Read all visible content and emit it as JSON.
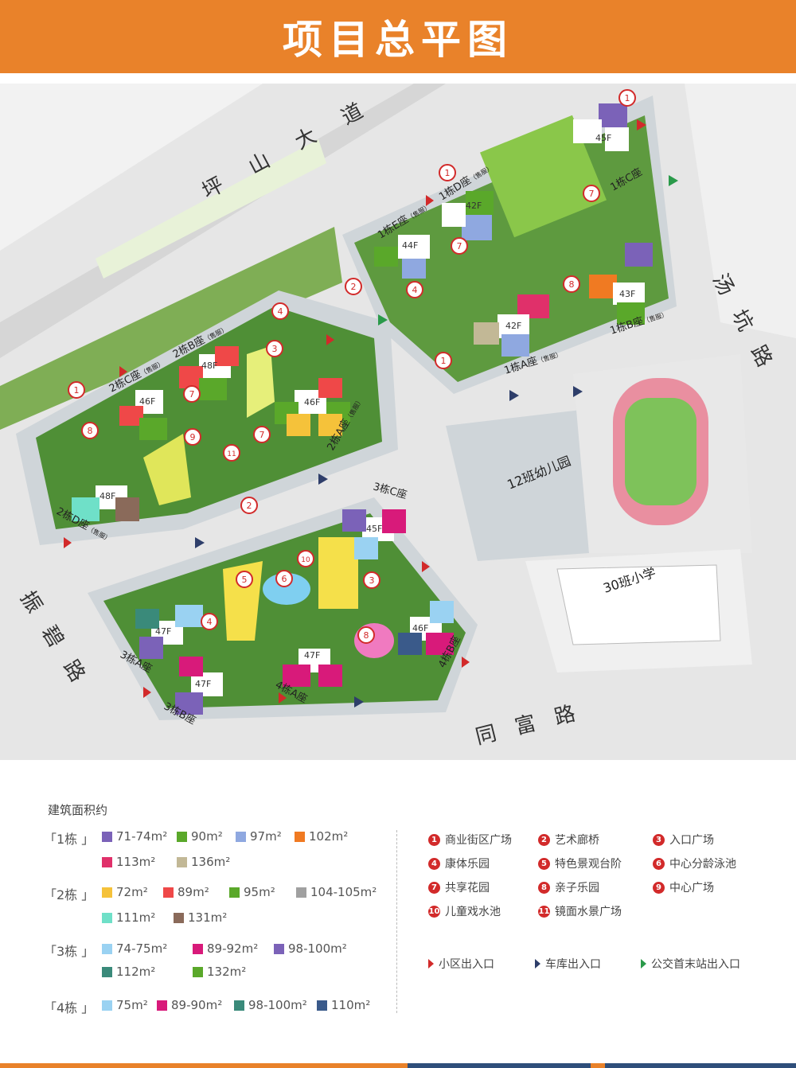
{
  "header": {
    "title": "项目总平图"
  },
  "map": {
    "roads": {
      "pingshan": "坪山大道",
      "tangkeng": "汤坑路",
      "zhenbi": "振碧路",
      "tongfu": "同富路"
    },
    "buildings": [
      {
        "name": "1栋E座",
        "sale": "（售服）"
      },
      {
        "name": "1栋D座",
        "sale": "（售服）"
      },
      {
        "name": "1栋C座",
        "sale": ""
      },
      {
        "name": "1栋B座",
        "sale": "（售服）"
      },
      {
        "name": "1栋A座",
        "sale": "（售服）"
      },
      {
        "name": "2栋C座",
        "sale": "（售服）"
      },
      {
        "name": "2栋B座",
        "sale": "（售服）"
      },
      {
        "name": "2栋A座",
        "sale": "（售服）"
      },
      {
        "name": "2栋D座",
        "sale": "（售服）"
      },
      {
        "name": "3栋C座",
        "sale": ""
      },
      {
        "name": "3栋A座",
        "sale": ""
      },
      {
        "name": "3栋B座",
        "sale": ""
      },
      {
        "name": "4栋A座",
        "sale": ""
      },
      {
        "name": "4栋B座",
        "sale": ""
      }
    ],
    "floors": [
      "45F",
      "42F",
      "44F",
      "43F",
      "42F",
      "48F",
      "46F",
      "46F",
      "48F",
      "45F",
      "47F",
      "47F",
      "47F",
      "46F"
    ],
    "kindergarten": "12班幼儿园",
    "school": "30班小学"
  },
  "legend": {
    "heading": "建筑面积约",
    "buildings": [
      {
        "label": "「1栋 」",
        "items": [
          {
            "text": "71-74m²",
            "color": "#7b62b8"
          },
          {
            "text": "90m²",
            "color": "#5aa82a"
          },
          {
            "text": "97m²",
            "color": "#8fa8e0"
          },
          {
            "text": "102m²",
            "color": "#f07a22"
          },
          {
            "text": "113m²",
            "color": "#e0306a"
          },
          {
            "text": "136m²",
            "color": "#c2b896"
          }
        ]
      },
      {
        "label": "「2栋 」",
        "items": [
          {
            "text": "72m²",
            "color": "#f5c23a"
          },
          {
            "text": "89m²",
            "color": "#ef4848"
          },
          {
            "text": "95m²",
            "color": "#5aa82a"
          },
          {
            "text": "104-105m²",
            "color": "#a0a0a0"
          },
          {
            "text": "111m²",
            "color": "#6fe0c8"
          },
          {
            "text": "131m²",
            "color": "#8a6a5a"
          }
        ]
      },
      {
        "label": "「3栋 」",
        "items": [
          {
            "text": "74-75m²",
            "color": "#9ad2f2"
          },
          {
            "text": "89-92m²",
            "color": "#d81a7a"
          },
          {
            "text": "98-100m²",
            "color": "#7b62b8"
          },
          {
            "text": "112m²",
            "color": "#3a8a7a"
          },
          {
            "text": "132m²",
            "color": "#5aa82a"
          }
        ]
      },
      {
        "label": "「4栋 」",
        "items": [
          {
            "text": "75m²",
            "color": "#9ad2f2"
          },
          {
            "text": "89-90m²",
            "color": "#d81a7a"
          },
          {
            "text": "98-100m²",
            "color": "#3a8a7a"
          },
          {
            "text": "110m²",
            "color": "#3a5a8a"
          }
        ]
      }
    ],
    "facilities": [
      {
        "num": "1",
        "text": "商业街区广场"
      },
      {
        "num": "2",
        "text": "艺术廊桥"
      },
      {
        "num": "3",
        "text": "入口广场"
      },
      {
        "num": "4",
        "text": "康体乐园"
      },
      {
        "num": "5",
        "text": "特色景观台阶"
      },
      {
        "num": "6",
        "text": "中心分龄泳池"
      },
      {
        "num": "7",
        "text": "共享花园"
      },
      {
        "num": "8",
        "text": "亲子乐园"
      },
      {
        "num": "9",
        "text": "中心广场"
      },
      {
        "num": "10",
        "text": "儿童戏水池"
      },
      {
        "num": "11",
        "text": "镜面水景广场"
      }
    ],
    "entrances": [
      {
        "text": "小区出入口",
        "color": "#d22a2a"
      },
      {
        "text": "车库出入口",
        "color": "#2e3e6a"
      },
      {
        "text": "公交首末站出入口",
        "color": "#2a9a4a"
      }
    ]
  }
}
